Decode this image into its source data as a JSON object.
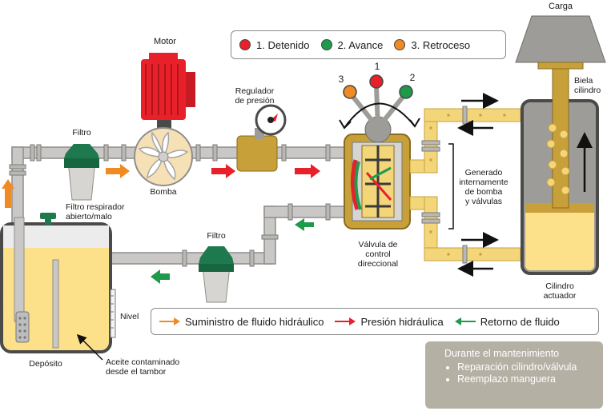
{
  "labels": {
    "carga": "Carga",
    "motor": "Motor",
    "regulador": "Regulador\nde presión",
    "filtro_top": "Filtro",
    "bomba": "Bomba",
    "biela": "Biela\ncilindro",
    "generado": "Generado\ninternamente\nde bomba\ny válvulas",
    "filtro_respirador": "Filtro respirador\nabierto/malo",
    "filtro_bottom": "Filtro",
    "valvula": "Válvula de\ncontrol\ndireccional",
    "cilindro": "Cilindro\nactuador",
    "nivel": "Nivel",
    "deposito": "Depósito",
    "aceite": "Aceite contaminado\ndesde el tambor",
    "pos1": "1",
    "pos2": "2",
    "pos3": "3"
  },
  "state_legend": [
    {
      "label": "1. Detenido",
      "color": "#e8202a"
    },
    {
      "label": "2. Avance",
      "color": "#1e9a4a"
    },
    {
      "label": "3. Retroceso",
      "color": "#f08a24"
    }
  ],
  "flow_legend": [
    {
      "label": "Suministro de fluido hidráulico",
      "color": "#f08a24"
    },
    {
      "label": "Presión hidráulica",
      "color": "#e8202a"
    },
    {
      "label": "Retorno de fluido",
      "color": "#1e9a4a"
    }
  ],
  "maintenance": {
    "title": "Durante el mantenimiento",
    "items": [
      "Reparación cilindro/válvula",
      "Reemplazo manguera"
    ]
  },
  "colors": {
    "pipe": "#c9c8c6",
    "pipe_edge": "#8f8e8b",
    "oil": "#fde08a",
    "brass": "#c8a03a",
    "dark": "#4a4a48",
    "filter_green": "#1e7a4e"
  }
}
